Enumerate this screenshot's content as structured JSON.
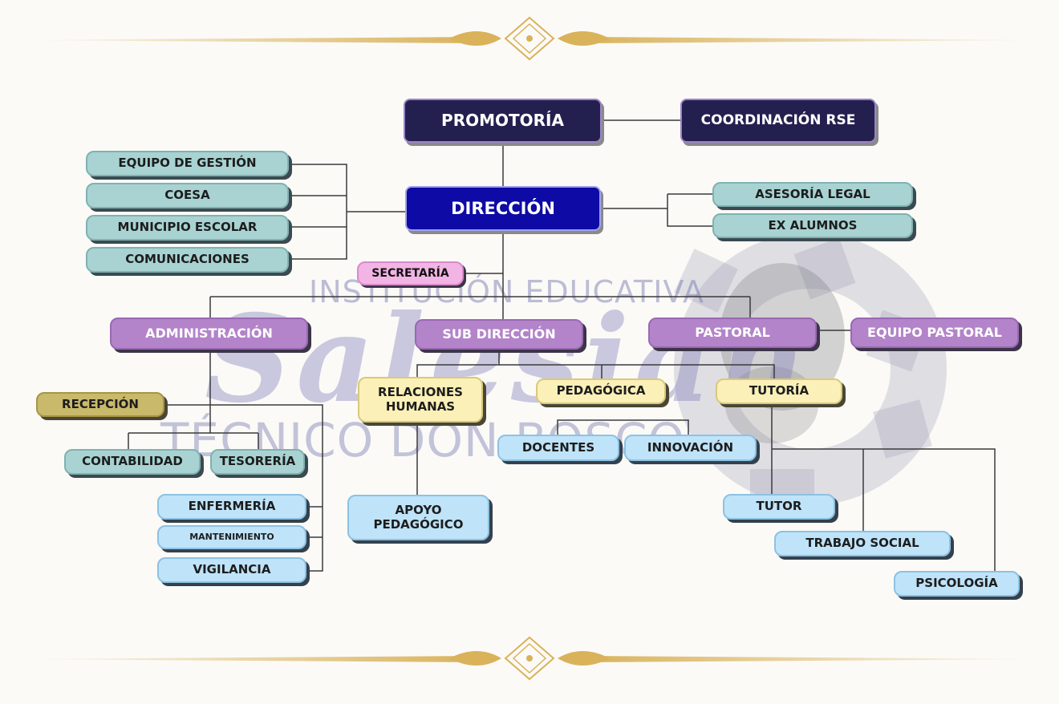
{
  "watermark": {
    "top": "INSTITUCIÓN EDUCATIVA",
    "script": "Salesian",
    "bottom": "TÉCNICO DON BOSCO"
  },
  "colors": {
    "navy": "#232050",
    "blue": "#0d0aa6",
    "teal": "#a8d3d2",
    "purple": "#b384c9",
    "pink": "#f2b4e4",
    "yellow": "#fbf0b7",
    "light_blue": "#bfe3f9",
    "olive": "#c9b96b",
    "gold": "#d9b25a"
  },
  "nodes": {
    "promotoria": "PROMOTORÍA",
    "coordinacion_rse": "COORDINACIÓN RSE",
    "direccion": "DIRECCIÓN",
    "equipo_gestion": "EQUIPO DE GESTIÓN",
    "coesa": "COESA",
    "municipio_escolar": "MUNICIPIO ESCOLAR",
    "comunicaciones": "COMUNICACIONES",
    "asesoria_legal": "ASESORÍA LEGAL",
    "ex_alumnos": "EX ALUMNOS",
    "secretaria": "SECRETARÍA",
    "administracion": "ADMINISTRACIÓN",
    "sub_direccion": "SUB DIRECCIÓN",
    "pastoral": "PASTORAL",
    "equipo_pastoral": "EQUIPO PASTORAL",
    "recepcion": "RECEPCIÓN",
    "relaciones_humanas": "RELACIONES HUMANAS",
    "pedagogica": "PEDAGÓGICA",
    "tutoria": "TUTORÍA",
    "contabilidad": "CONTABILIDAD",
    "tesoreria": "TESORERÍA",
    "docentes": "DOCENTES",
    "innovacion": "INNOVACIÓN",
    "enfermeria": "ENFERMERÍA",
    "mantenimiento": "MANTENIMIENTO",
    "vigilancia": "VIGILANCIA",
    "apoyo_pedagogico": "APOYO PEDAGÓGICO",
    "tutor": "TUTOR",
    "trabajo_social": "TRABAJO SOCIAL",
    "psicologia": "PSICOLOGÍA"
  }
}
